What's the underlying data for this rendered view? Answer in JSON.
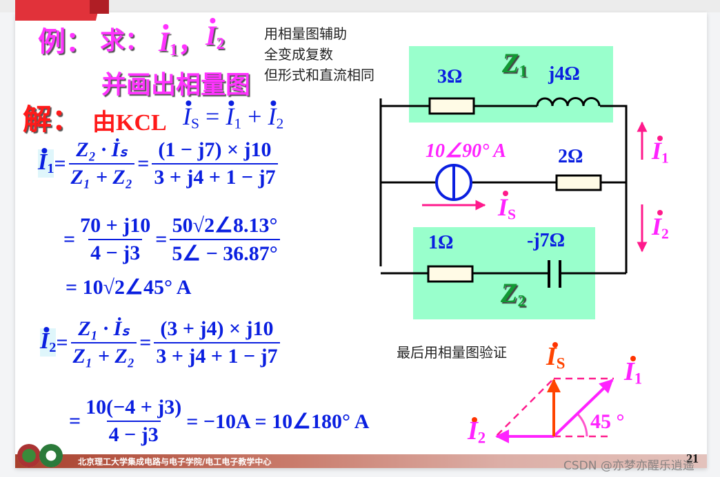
{
  "slide": {
    "title": {
      "example": "例：",
      "ask": "求：",
      "i1": "I",
      "i1_sub": "1",
      "comma": "，",
      "i2": "I",
      "i2_sub": "2",
      "line2": "并画出相量图"
    },
    "note": [
      "用相量图辅助",
      "全变成复数",
      "但形式和直流相同"
    ],
    "solution": {
      "label": "解：",
      "kcl": "由KCL",
      "kcl_eq": {
        "lhs": "I",
        "lhs_sub": "S",
        "eq": "=",
        "t1": "I",
        "t1_sub": "1",
        "plus": "+",
        "t2": "I",
        "t2_sub": "2"
      }
    },
    "eq1": {
      "lhs": "I",
      "lhs_sub": "1",
      "eq": "=",
      "f1_num": "Z₂ · İₛ",
      "f1_den": "Z₁ + Z₂",
      "eq2": "=",
      "f2_num": "(1 − j7) × j10",
      "f2_den": "3 + j4 + 1 − j7"
    },
    "eq2": {
      "eq": "=",
      "f1_num": "70 + j10",
      "f1_den": "4 − j3",
      "eq2": "=",
      "f2_num": "50√2∠8.13°",
      "f2_den": "5∠ − 36.87°"
    },
    "eq3": {
      "text": "= 10√2∠45° A"
    },
    "eq4": {
      "lhs": "I",
      "lhs_sub": "2",
      "eq": "=",
      "f1_num": "Z₁ · İₛ",
      "f1_den": "Z₁ + Z₂",
      "eq2": "=",
      "f2_num": "(3 + j4) × j10",
      "f2_den": "3 + j4 + 1 − j7"
    },
    "eq5": {
      "eq": "=",
      "f1_num": "10(−4 + j3)",
      "f1_den": "4 − j3",
      "rest": "= −10A = 10∠180° A"
    },
    "circuit": {
      "r1": "3Ω",
      "z1": "Z",
      "z1_sub": "1",
      "l1": "j4Ω",
      "source": "10∠90° A",
      "r2": "2Ω",
      "is": "I",
      "is_sub": "S",
      "i1": "I",
      "i1_sub": "1",
      "i2": "I",
      "i2_sub": "2",
      "r3": "1Ω",
      "c1": "-j7Ω",
      "z2": "Z",
      "z2_sub": "2"
    },
    "phasor": {
      "caption": "最后用相量图验证",
      "is": "I",
      "is_sub": "S",
      "i1": "I",
      "i1_sub": "1",
      "i2": "I",
      "i2_sub": "2",
      "angle": "45 °"
    },
    "footer": {
      "text": "北京理工大学集成电路与电子学院/电工电子教学中心",
      "page": "21"
    },
    "watermark": "CSDN @亦梦亦醒乐逍遥",
    "colors": {
      "magenta": "#ff33ff",
      "blue": "#0a1fe0",
      "red": "#ff1a1a",
      "green_box": "#99ffcc",
      "orange": "#ff4400"
    }
  }
}
